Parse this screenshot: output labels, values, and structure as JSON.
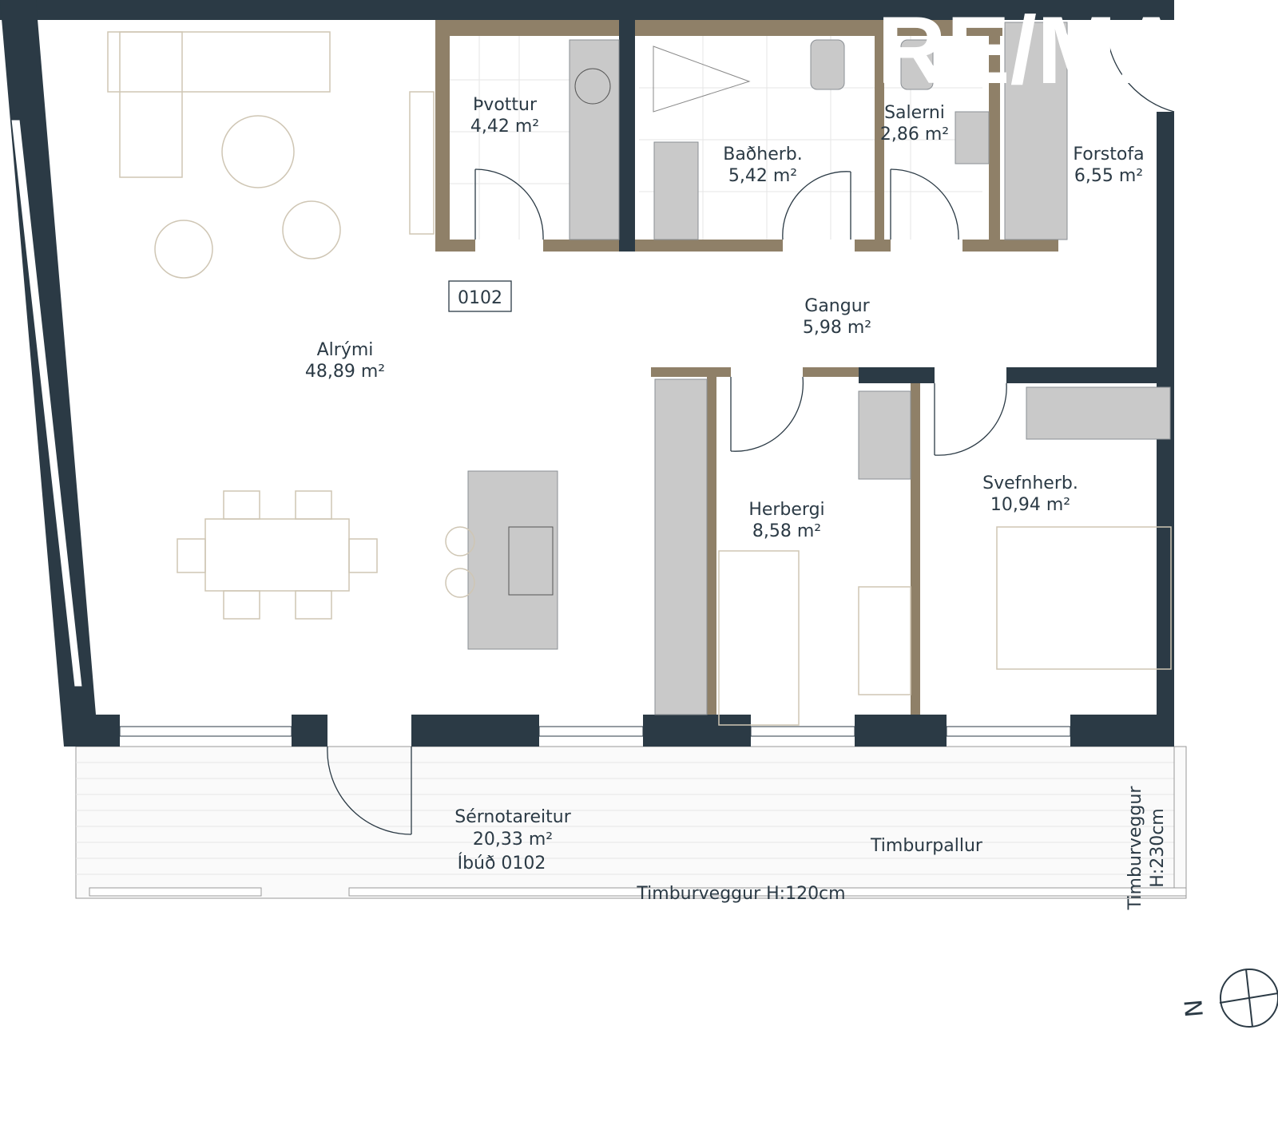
{
  "plan": {
    "unit_tag": "0102",
    "rooms": [
      {
        "name": "Þvottur",
        "area": "4,42 m²"
      },
      {
        "name": "Baðherb.",
        "area": "5,42 m²"
      },
      {
        "name": "Salerni",
        "area": "2,86 m²"
      },
      {
        "name": "Forstofa",
        "area": "6,55 m²"
      },
      {
        "name": "Gangur",
        "area": "5,98 m²"
      },
      {
        "name": "Alrými",
        "area": "48,89 m²"
      },
      {
        "name": "Herbergi",
        "area": "8,58 m²"
      },
      {
        "name": "Svefnherb.",
        "area": "10,94 m²"
      },
      {
        "name": "Sérnotareitur",
        "area": "20,33 m²",
        "note": "Íbúð 0102"
      }
    ],
    "deck_label": "Timburpallur",
    "wall_label_low": "Timburveggur H:120cm",
    "wall_label_high_1": "Timburveggur",
    "wall_label_high_2": "H:230cm",
    "compass_letter": "N",
    "watermark": "RE/MAX"
  },
  "colors": {
    "wall": "#2b3a45",
    "partition": "#8f8068",
    "fixture": "#c9c9c9"
  }
}
